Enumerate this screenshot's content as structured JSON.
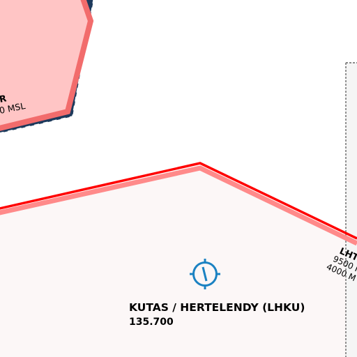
{
  "map": {
    "restricted_area": {
      "label_partial": "R",
      "altitude_partial": "0 MSL",
      "fill_color": "#ffc5c5",
      "border_color": "#f26c6c",
      "dash_color": "#1d3a5c"
    },
    "airspace_boundary": {
      "color": "#ff0000",
      "halo_color": "#ff8a8a",
      "fill_color": "#fcf7f7"
    },
    "airfield": {
      "name": "KUTAS / HERTELENDY (LHKU)",
      "frequency": "135.700",
      "symbol_color": "#1b82c2",
      "icon": "airfield-icon"
    },
    "tma_label": {
      "name_partial": "LHT",
      "upper_partial": "9500 I",
      "lower_partial": "4000 M"
    },
    "dashed_boundary": {
      "color": "#666666"
    }
  }
}
